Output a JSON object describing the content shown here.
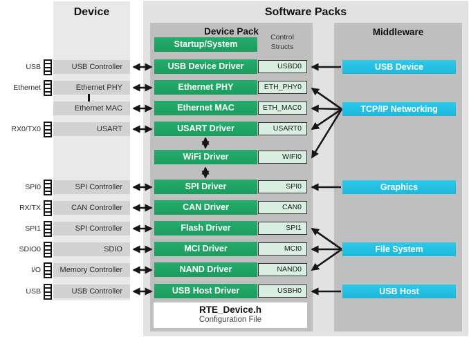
{
  "header": {
    "device": "Device",
    "software_packs": "Software Packs",
    "device_pack": "Device Pack",
    "middleware": "Middleware",
    "control_structs": "Control Structs"
  },
  "device_rows": [
    {
      "port": "USB",
      "label": "USB Controller"
    },
    {
      "port": "Ethernet",
      "label": "Ethernet PHY"
    },
    {
      "port": "",
      "label": "Ethernet MAC"
    },
    {
      "port": "RX0/TX0",
      "label": "USART"
    },
    {
      "port": "SPI0",
      "label": "SPI Controller"
    },
    {
      "port": "RX/TX",
      "label": "CAN Controller"
    },
    {
      "port": "SPI1",
      "label": "SPI Controller"
    },
    {
      "port": "SDIO0",
      "label": "SDIO"
    },
    {
      "port": "I/O",
      "label": "Memory Controller"
    },
    {
      "port": "USB",
      "label": "USB Controller"
    }
  ],
  "pack": {
    "startup": "Startup/System",
    "rows": [
      {
        "driver": "USB Device Driver",
        "struct": "USBD0"
      },
      {
        "driver": "Ethernet PHY",
        "struct": "ETH_PHY0"
      },
      {
        "driver": "Ethernet MAC",
        "struct": "ETH_MAC0"
      },
      {
        "driver": "USART Driver",
        "struct": "USART0"
      },
      {
        "driver": "WiFi Driver",
        "struct": "WIFI0"
      },
      {
        "driver": "SPI Driver",
        "struct": "SPI0"
      },
      {
        "driver": "CAN Driver",
        "struct": "CAN0"
      },
      {
        "driver": "Flash Driver",
        "struct": "SPI1"
      },
      {
        "driver": "MCI Driver",
        "struct": "MCI0"
      },
      {
        "driver": "NAND Driver",
        "struct": "NAND0"
      },
      {
        "driver": "USB Host Driver",
        "struct": "USBH0"
      }
    ]
  },
  "middleware_items": [
    {
      "label": "USB Device"
    },
    {
      "label": "TCP/IP Networking"
    },
    {
      "label": "Graphics"
    },
    {
      "label": "File System"
    },
    {
      "label": "USB Host"
    }
  ],
  "rte": {
    "title": "RTE_Device.h",
    "subtitle": "Configuration File"
  },
  "connections": {
    "device_to_driver_bidirectional": [
      "USB Controller",
      "Ethernet PHY",
      "Ethernet MAC",
      "USART",
      "SPI Controller",
      "CAN Controller",
      "SPI Controller (SPI1)",
      "SDIO",
      "Memory Controller",
      "USB Controller"
    ],
    "driver_to_driver_bidirectional": [
      [
        "USART Driver",
        "WiFi Driver"
      ],
      [
        "WiFi Driver",
        "SPI Driver"
      ]
    ],
    "middleware_to_structs": [
      {
        "from": "USB Device",
        "to": [
          "USBD0"
        ]
      },
      {
        "from": "TCP/IP Networking",
        "to": [
          "ETH_PHY0",
          "ETH_MAC0",
          "USART0",
          "WIFI0"
        ]
      },
      {
        "from": "Graphics",
        "to": [
          "SPI0"
        ]
      },
      {
        "from": "File System",
        "to": [
          "SPI1",
          "MCI0",
          "NAND0"
        ]
      },
      {
        "from": "USB Host",
        "to": [
          "USBH0"
        ]
      }
    ]
  },
  "colors": {
    "driver_green": "#1fa563",
    "struct_pale_green": "#d8efe2",
    "middleware_cyan": "#24c3e6",
    "inner_panel_gray": "#bfbfbf",
    "outer_panel_gray": "#e2e2e2",
    "device_row_gray": "#d2d2d2",
    "arrow_black": "#161616"
  }
}
